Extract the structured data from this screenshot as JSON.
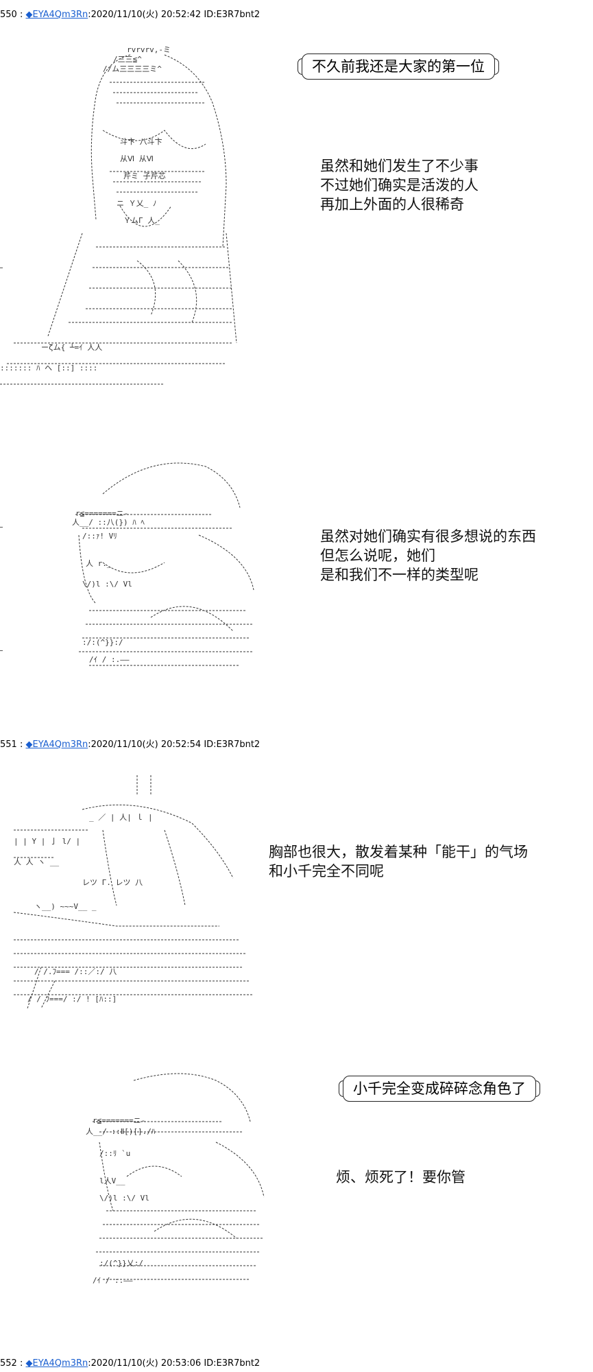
{
  "posts": [
    {
      "number": "550",
      "sep": " :",
      "author": "◆EYA4Qm3Rn",
      "date": ":2020/11/10(火) 20:52:42 ID:E3R7bnt2"
    },
    {
      "number": "551",
      "sep": " :",
      "author": "◆EYA4Qm3Rn",
      "date": ":2020/11/10(火) 20:52:54 ID:E3R7bnt2"
    },
    {
      "number": "552",
      "sep": " :",
      "author": "◆EYA4Qm3Rn",
      "date": ":2020/11/10(火) 20:53:06 ID:E3R7bnt2"
    }
  ],
  "panels": [
    {
      "bubble": "不久前我还是大家的第一位",
      "caption_lines": [
        "虽然和她们发生了不少事",
        "不过她们确实是活泼的人",
        "再加上外面的人很稀奇"
      ]
    },
    {
      "caption_lines": [
        "虽然对她们确实有很多想说的东西",
        "但怎么说呢，她们",
        "是和我们不一样的类型呢"
      ]
    },
    {
      "caption_lines": [
        "胸部也很大，散发着某种「能干」的气场",
        "和小千完全不同呢"
      ]
    },
    {
      "bubble": "小千完全变成碎碎念角色了",
      "caption_lines": [
        "烦、烦死了！要你管"
      ]
    }
  ]
}
